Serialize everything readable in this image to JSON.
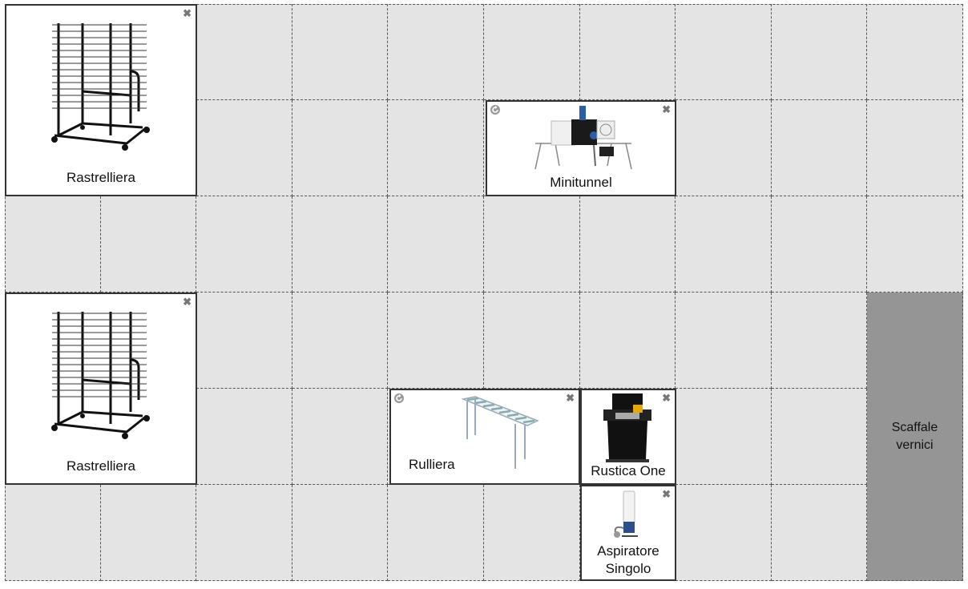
{
  "layout_grid": {
    "columns": 10,
    "rows": 6
  },
  "items": {
    "rack_top": {
      "label": "Rastrelliera",
      "close_icon": "close-icon"
    },
    "minitunnel": {
      "label": "Minitunnel",
      "close_icon": "close-icon",
      "rotate_icon": "rotate-icon"
    },
    "rack_bottom": {
      "label": "Rastrelliera",
      "close_icon": "close-icon"
    },
    "rulliera": {
      "label": "Rulliera",
      "close_icon": "close-icon",
      "rotate_icon": "rotate-icon"
    },
    "rustica_one": {
      "label": "Rustica One",
      "close_icon": "close-icon"
    },
    "aspiratore": {
      "label_line1": "Aspiratore",
      "label_line2": "Singolo",
      "close_icon": "close-icon"
    },
    "scaffale": {
      "label_line1": "Scaffale",
      "label_line2": "vernici"
    }
  },
  "colors": {
    "grid_bg": "#e4e4e4",
    "grid_line": "#555555",
    "shelf_bg": "#959595",
    "item_border": "#333333"
  }
}
